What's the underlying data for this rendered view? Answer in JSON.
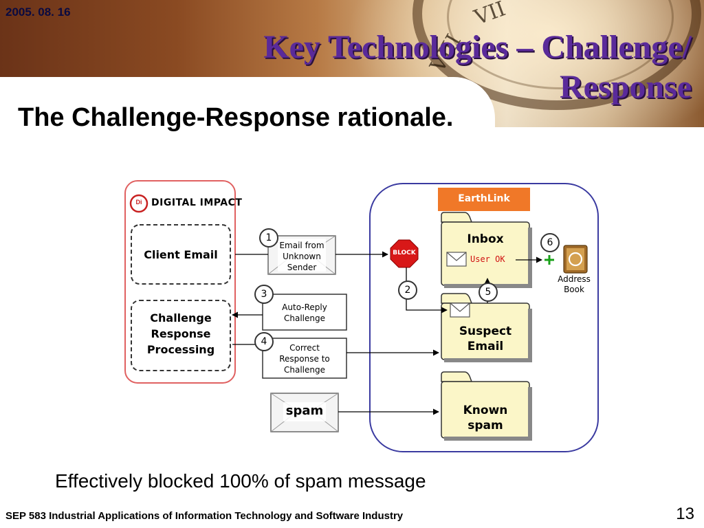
{
  "slide": {
    "date": "2005. 08. 16",
    "title_line1": "Key Technologies – Challenge/",
    "title_line2": "Response",
    "subtitle": "The Challenge-Response rationale.",
    "note": "Effectively blocked 100% of spam message",
    "course": "SEP 583 Industrial Applications of Information Technology and Software Industry",
    "page_number": "13"
  },
  "diagram": {
    "left_panel": {
      "logo_text": "DIGITAL IMPACT",
      "logo_mark": "Di",
      "client_email": "Client Email",
      "challenge_line1": "Challenge",
      "challenge_line2": "Response",
      "challenge_line3": "Processing"
    },
    "right_panel": {
      "logo_text": "EarthLink",
      "inbox": "Inbox",
      "user_ok": "User OK",
      "suspect_line1": "Suspect",
      "suspect_line2": "Email",
      "known_line1": "Known",
      "known_line2": "spam",
      "address_line1": "Address",
      "address_line2": "Book",
      "block": "BLOCK"
    },
    "steps": {
      "s1": "1",
      "s2": "2",
      "s3": "3",
      "s4": "4",
      "s5": "5",
      "s6": "6"
    },
    "messages": {
      "unknown_line1": "Email from",
      "unknown_line2": "Unknown",
      "unknown_line3": "Sender",
      "autoreply_line1": "Auto-Reply",
      "autoreply_line2": "Challenge",
      "correct_line1": "Correct",
      "correct_line2": "Response to",
      "correct_line3": "Challenge",
      "spam": "spam"
    },
    "colors": {
      "title": "#5a2a9a",
      "left_border": "#e06060",
      "right_border": "#3a3aa0",
      "folder_fill": "#fbf6c8",
      "block_red": "#d81818",
      "earthlink_orange": "#f07828",
      "user_ok_red": "#d01010",
      "plus_green": "#18a018"
    }
  }
}
